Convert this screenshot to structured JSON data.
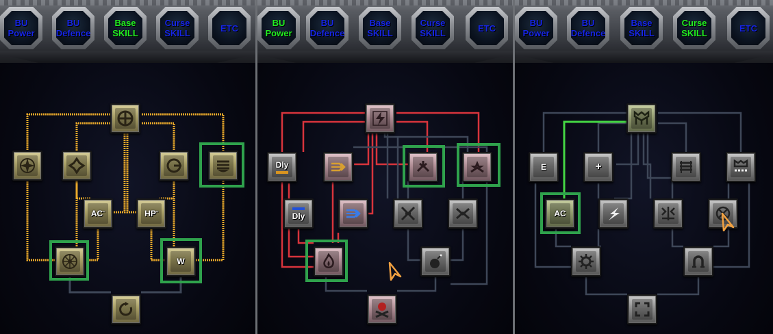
{
  "panels": [
    {
      "tabs": [
        {
          "label": "BU\nPower",
          "active": false
        },
        {
          "label": "BU\nDefence",
          "active": false
        },
        {
          "label": "Base\nSKILL",
          "active": true
        },
        {
          "label": "Curse\nSKILL",
          "active": false
        },
        {
          "label": "ETC",
          "active": false
        }
      ],
      "skills": [
        {
          "icon": "crosshair-icon",
          "text": ""
        },
        {
          "icon": "compass-icon",
          "text": ""
        },
        {
          "icon": "shuriken-icon",
          "text": ""
        },
        {
          "icon": "arrow-circle-icon",
          "text": ""
        },
        {
          "icon": "stacked-bars-icon",
          "text": ""
        },
        {
          "icon": "ac-up-icon",
          "text": "AC"
        },
        {
          "icon": "hp-up-icon",
          "text": "HP"
        },
        {
          "icon": "wheel-icon",
          "text": ""
        },
        {
          "icon": "w-cycle-icon",
          "text": "W"
        },
        {
          "icon": "recycle-icon",
          "text": ""
        }
      ]
    },
    {
      "tabs": [
        {
          "label": "BU\nPower",
          "active": true
        },
        {
          "label": "BU\nDefence",
          "active": false
        },
        {
          "label": "Base\nSKILL",
          "active": false
        },
        {
          "label": "Curse\nSKILL",
          "active": false
        },
        {
          "label": "ETC",
          "active": false
        }
      ],
      "skills": [
        {
          "icon": "lightning-crest-icon",
          "text": ""
        },
        {
          "icon": "dly-up-icon",
          "text": "Dly"
        },
        {
          "icon": "gold-chevrons-icon",
          "text": ""
        },
        {
          "icon": "cross-blades-icon",
          "text": ""
        },
        {
          "icon": "star-chevron-icon",
          "text": ""
        },
        {
          "icon": "dly-down-icon",
          "text": "Dly"
        },
        {
          "icon": "blue-chevrons-icon",
          "text": ""
        },
        {
          "icon": "x-blades-icon",
          "text": ""
        },
        {
          "icon": "x-chevron-icon",
          "text": ""
        },
        {
          "icon": "flame-icon",
          "text": ""
        },
        {
          "icon": "bomb-icon",
          "text": ""
        },
        {
          "icon": "skull-icon",
          "text": ""
        }
      ]
    },
    {
      "tabs": [
        {
          "label": "BU\nPower",
          "active": false
        },
        {
          "label": "BU\nDefence",
          "active": false
        },
        {
          "label": "Base\nSKILL",
          "active": false
        },
        {
          "label": "Curse\nSKILL",
          "active": true
        },
        {
          "label": "ETC",
          "active": false
        }
      ],
      "skills": [
        {
          "icon": "crown-crest-icon",
          "text": ""
        },
        {
          "icon": "e-crest-icon",
          "text": "E"
        },
        {
          "icon": "plus-crest-icon",
          "text": "+"
        },
        {
          "icon": "bars-crest-icon",
          "text": ""
        },
        {
          "icon": "gauge-crest-icon",
          "text": ""
        },
        {
          "icon": "ac-crest-icon",
          "text": "AC"
        },
        {
          "icon": "lightning-down-icon",
          "text": ""
        },
        {
          "icon": "crosslines-icon",
          "text": ""
        },
        {
          "icon": "x-circle-icon",
          "text": ""
        },
        {
          "icon": "gear-icon",
          "text": ""
        },
        {
          "icon": "horseshoe-icon",
          "text": ""
        },
        {
          "icon": "corners-icon",
          "text": ""
        }
      ]
    }
  ]
}
